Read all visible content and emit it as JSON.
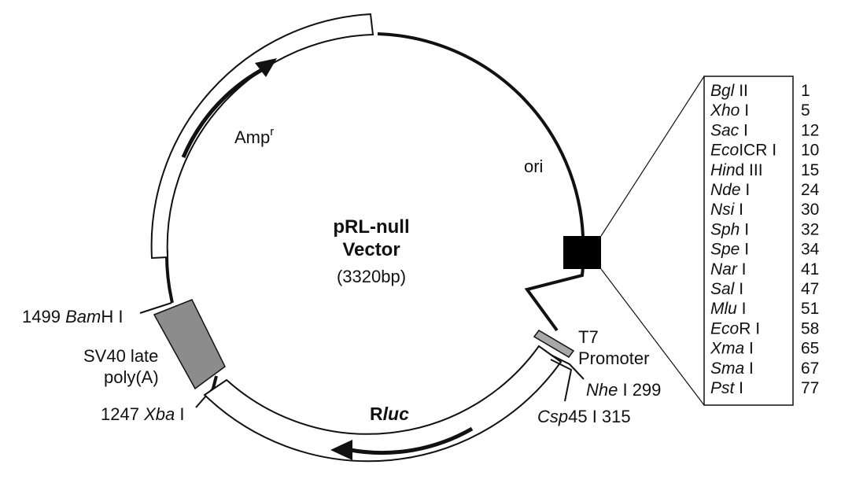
{
  "vector": {
    "name_line1": "pRL-null",
    "name_line2": "Vector",
    "size": "(3320bp)"
  },
  "features": {
    "amp_main": "Amp",
    "amp_sup": "r",
    "ori": "ori",
    "rluc_r": "R",
    "rluc_luc": "luc",
    "t7_line1": "T7",
    "t7_line2": "Promoter",
    "sv40_line1": "SV40 late",
    "sv40_line2": "poly(A)"
  },
  "sites": {
    "bam_pos": "1499 ",
    "bam_it": "Bam",
    "bam_rest": "H I",
    "xba_pos": "1247 ",
    "xba_it": "Xba",
    "xba_rest": " I",
    "nhe_it": "Nhe",
    "nhe_rest": " I 299",
    "csp_it": "Csp",
    "csp_rest": "45 I 315"
  },
  "mcs": [
    {
      "it": "Bgl",
      "rest": " II",
      "pos": "1"
    },
    {
      "it": "Xho",
      "rest": " I",
      "pos": "5"
    },
    {
      "it": "Sac",
      "rest": " I",
      "pos": "12"
    },
    {
      "it": "Eco",
      "rest": "ICR I",
      "pos": "10"
    },
    {
      "it": "Hin",
      "rest": "d III",
      "pos": "15"
    },
    {
      "it": "Nde",
      "rest": " I",
      "pos": "24"
    },
    {
      "it": "Nsi",
      "rest": " I",
      "pos": "30"
    },
    {
      "it": "Sph",
      "rest": " I",
      "pos": "32"
    },
    {
      "it": "Spe",
      "rest": " I",
      "pos": "34"
    },
    {
      "it": "Nar",
      "rest": " I",
      "pos": "41"
    },
    {
      "it": "Sal",
      "rest": " I",
      "pos": "47"
    },
    {
      "it": "Mlu",
      "rest": " I",
      "pos": "51"
    },
    {
      "it": "Eco",
      "rest": "R I",
      "pos": "58"
    },
    {
      "it": "Xma",
      "rest": " I",
      "pos": "65"
    },
    {
      "it": "Sma",
      "rest": " I",
      "pos": "67"
    },
    {
      "it": "Pst",
      "rest": " I",
      "pos": "77"
    }
  ],
  "colors": {
    "line": "#111111",
    "sv40_fill": "#8c8c8c",
    "t7_fill": "#a8a8a8",
    "mcs_fill": "#000000"
  }
}
